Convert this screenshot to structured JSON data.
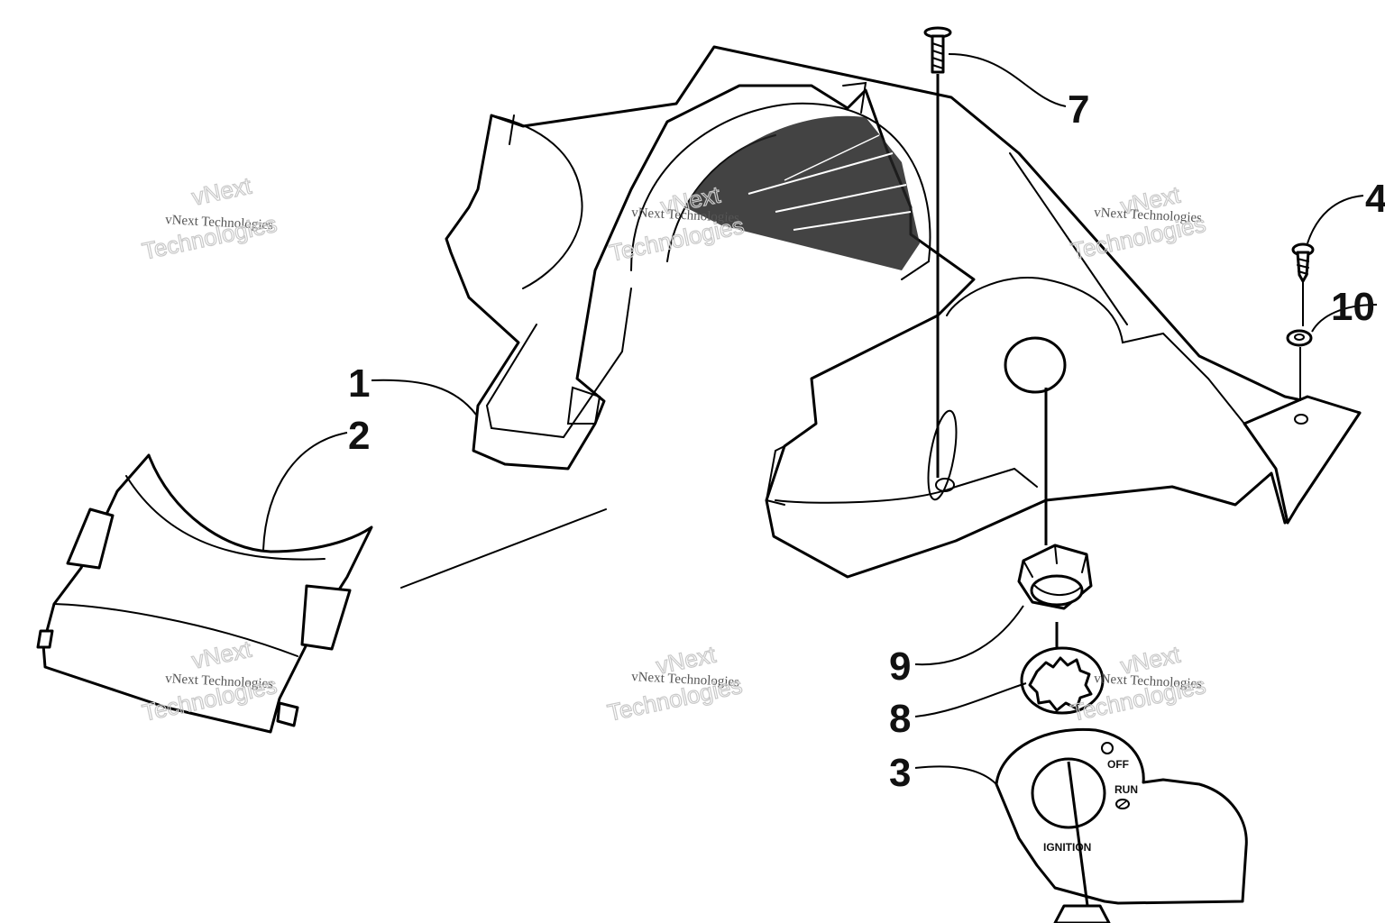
{
  "callouts": {
    "c1": "1",
    "c2": "2",
    "c3": "3",
    "c4": "4",
    "c7": "7",
    "c8": "8",
    "c9": "9",
    "c10": "10"
  },
  "plate_labels": {
    "off": "OFF",
    "run": "RUN",
    "ignition": "IGNITION"
  },
  "watermark": {
    "line1": "vNext Technologies",
    "line2": "vNext",
    "line3": "Technologies"
  }
}
